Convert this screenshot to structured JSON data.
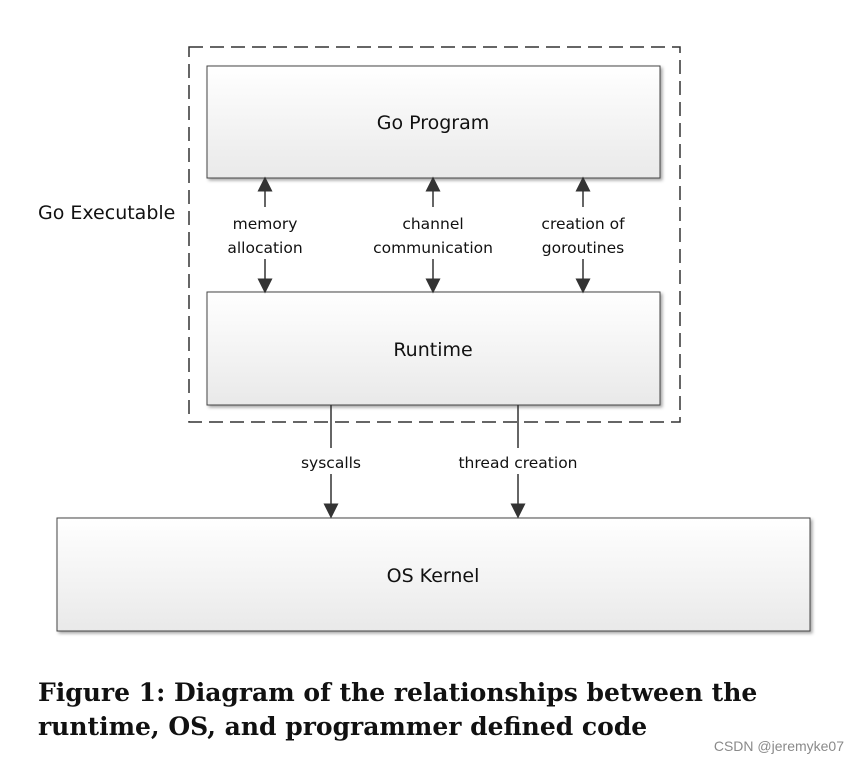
{
  "diagram": {
    "container_label": "Go Executable",
    "boxes": {
      "go_program": "Go Program",
      "runtime": "Runtime",
      "os_kernel": "OS Kernel"
    },
    "arrows": {
      "memory_allocation": [
        "memory",
        "allocation"
      ],
      "channel_communication": [
        "channel",
        "communication"
      ],
      "creation_of_goroutines": [
        "creation of",
        "goroutines"
      ],
      "syscalls": "syscalls",
      "thread_creation": "thread creation"
    }
  },
  "caption": {
    "line1": "Figure 1: Diagram of the relationships between the",
    "line2": "runtime, OS, and programmer defined code"
  },
  "watermark": "CSDN @jeremyke07"
}
